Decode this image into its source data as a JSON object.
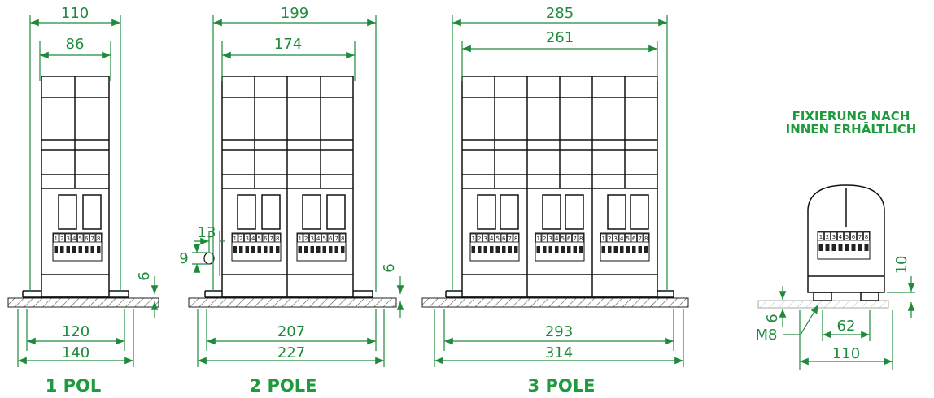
{
  "captions": {
    "one_pole": "1 POL",
    "two_poles": "2 POLE",
    "three_poles": "3 POLE",
    "fixing_note_line1": "FIXIERUNG NACH",
    "fixing_note_line2": "INNEN ERHÄLTLICH"
  },
  "dimensions": {
    "one_pole": {
      "outer_width": "110",
      "inner_width": "86",
      "mount_width": "120",
      "base_width": "140",
      "base_height": "6"
    },
    "two_poles": {
      "outer_width": "199",
      "inner_width": "174",
      "mount_width": "207",
      "base_width": "227",
      "hole_spacing": "13",
      "hole_diameter": "9",
      "base_height": "6"
    },
    "three_poles": {
      "outer_width": "285",
      "inner_width": "261",
      "mount_width": "293",
      "base_width": "314"
    },
    "side_view": {
      "height": "10",
      "base_height": "6",
      "screw": "M8",
      "hole_spacing": "62",
      "width": "110"
    }
  },
  "terminal_numbers": [
    "1",
    "2",
    "3",
    "4",
    "5",
    "6",
    "7",
    "8"
  ],
  "colors": {
    "dimension": "#1f8a3c",
    "caption": "#1f9a3e",
    "outline": "#111111"
  }
}
